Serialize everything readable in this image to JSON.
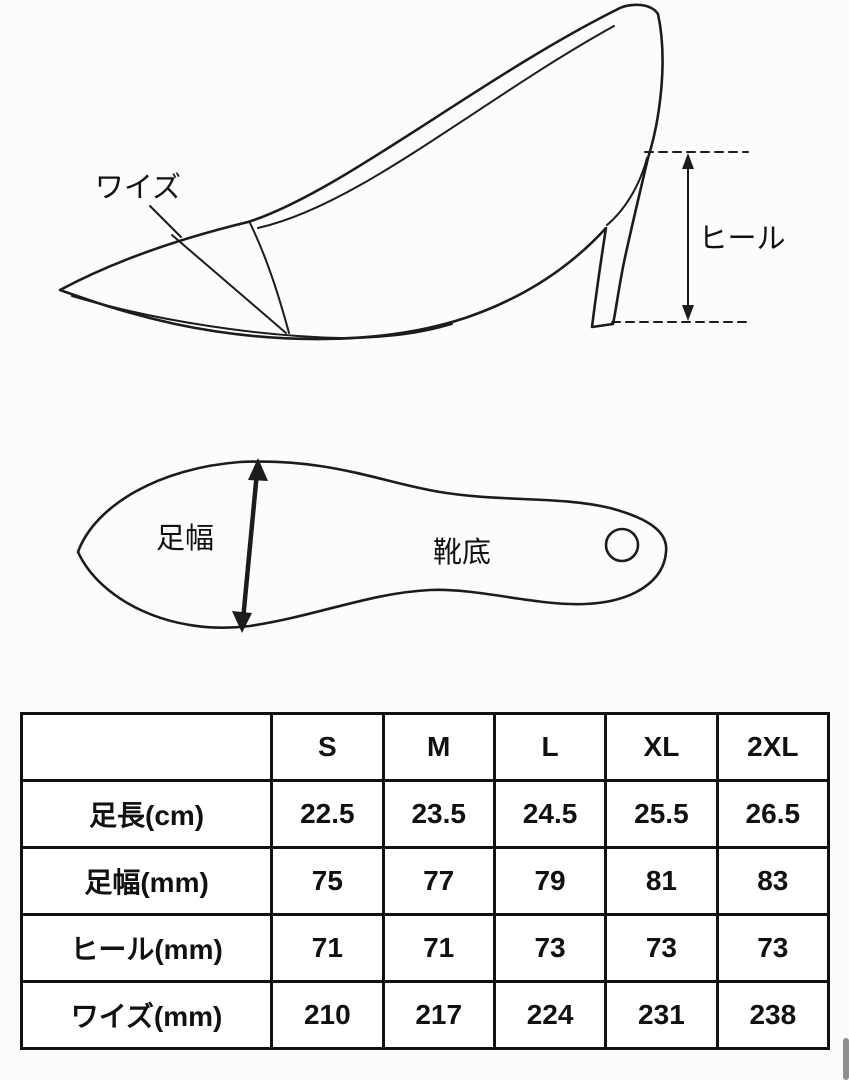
{
  "shoe_diagram": {
    "width_label": "ワイズ",
    "heel_label": "ヒール"
  },
  "sole_diagram": {
    "foot_width_label": "足幅",
    "sole_label": "靴底"
  },
  "size_table": {
    "columns": [
      "",
      "S",
      "M",
      "L",
      "XL",
      "2XL"
    ],
    "rows": [
      {
        "label": "足長(cm)",
        "values": [
          "22.5",
          "23.5",
          "24.5",
          "25.5",
          "26.5"
        ]
      },
      {
        "label": "足幅(mm)",
        "values": [
          "75",
          "77",
          "79",
          "81",
          "83"
        ]
      },
      {
        "label": "ヒール(mm)",
        "values": [
          "71",
          "71",
          "73",
          "73",
          "73"
        ]
      },
      {
        "label": "ワイズ(mm)",
        "values": [
          "210",
          "217",
          "224",
          "231",
          "238"
        ]
      }
    ]
  },
  "colors": {
    "line": "#1c1c1c",
    "background": "#fcfcfc"
  }
}
